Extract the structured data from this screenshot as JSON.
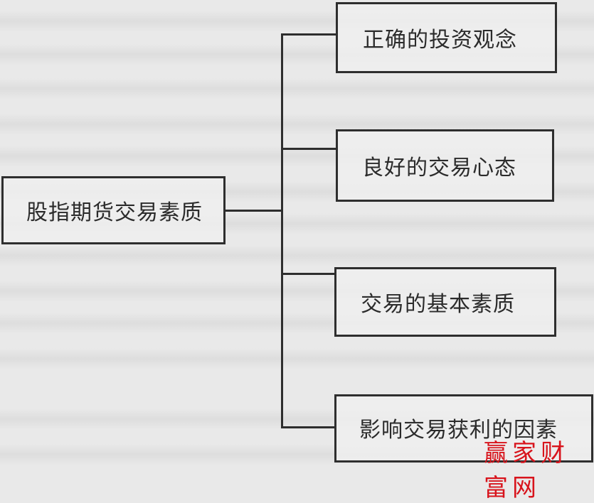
{
  "diagram": {
    "type": "tree",
    "root": {
      "label": "股指期货交易素质"
    },
    "children": [
      {
        "label": "正确的投资观念"
      },
      {
        "label": "良好的交易心态"
      },
      {
        "label": "交易的基本素质"
      },
      {
        "label": "影响交易获利的因素"
      }
    ]
  },
  "watermark": {
    "text": "赢家财富网",
    "color": "#d8141c"
  },
  "colors": {
    "line": "#2e2e2e",
    "background": "#e9e9e9",
    "text": "#2b2b2b"
  }
}
